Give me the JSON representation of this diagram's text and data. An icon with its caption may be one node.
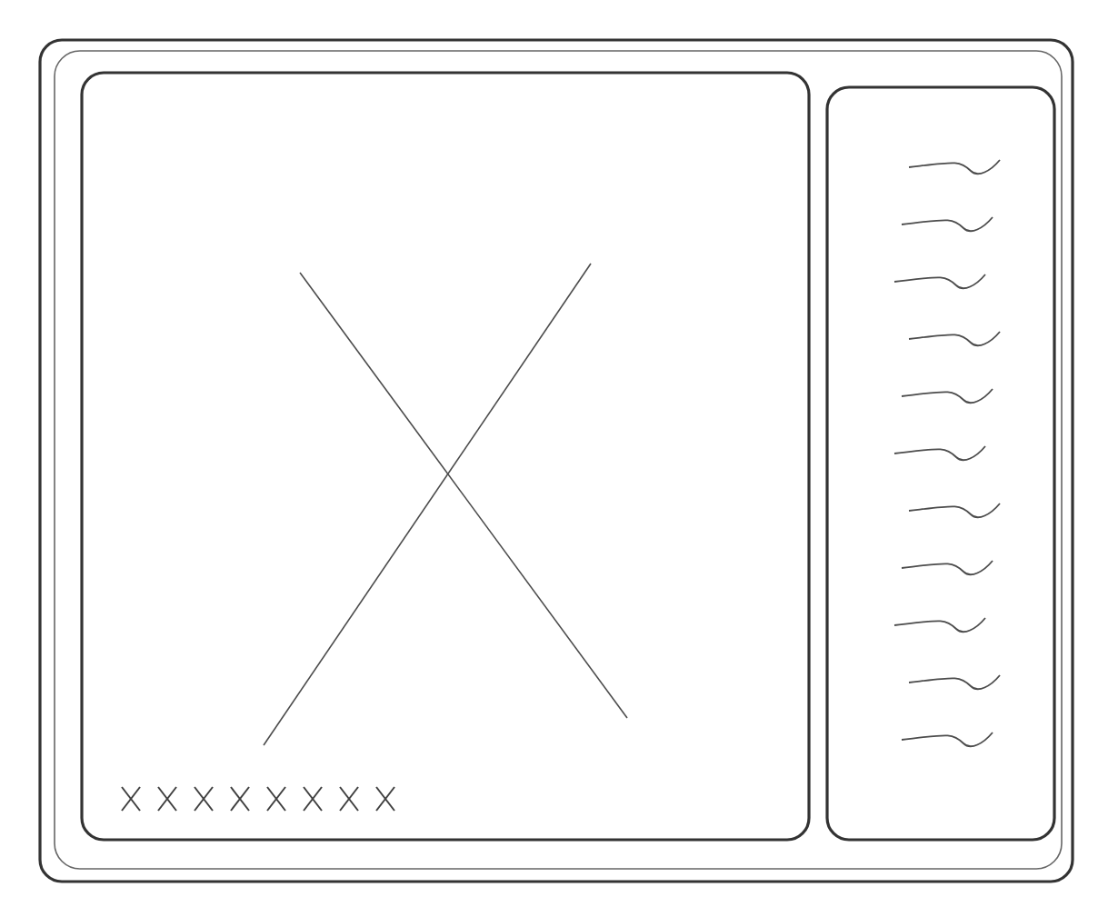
{
  "diagram": {
    "nodes": [
      {
        "text": [],
        "shape": "box"
      },
      {
        "text": [],
        "shape": "box",
        "in": 0
      },
      {
        "text": [],
        "shape": "box",
        "in": 0
      }
    ]
  }
}
